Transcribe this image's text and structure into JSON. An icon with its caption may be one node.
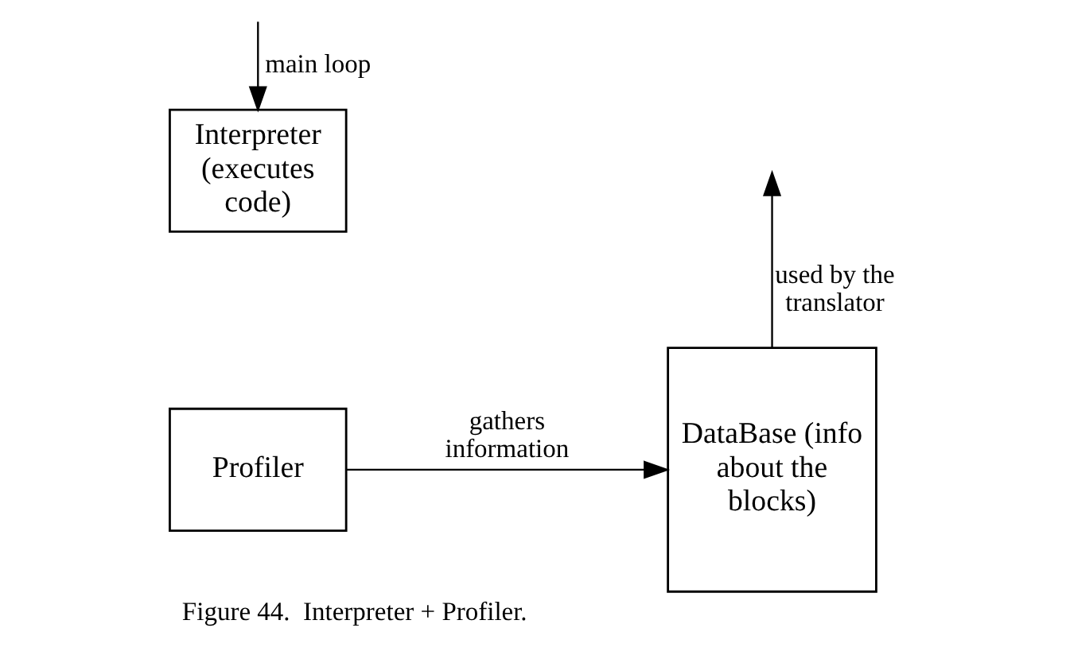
{
  "diagram": {
    "caption": "Figure 44.  Interpreter + Profiler.",
    "nodes": [
      {
        "text": [
          "Interpreter (executes code)"
        ]
      },
      {
        "text": [
          "Profiler"
        ]
      },
      {
        "text": [
          "DataBase (info about the blocks)"
        ]
      }
    ],
    "edges": [
      {
        "from": null,
        "to": 0,
        "arrow": "to",
        "label": "main loop"
      },
      {
        "from": 1,
        "to": 2,
        "arrow": "to",
        "label": "gathers information"
      },
      {
        "from": 2,
        "to": null,
        "arrow": "to",
        "label": "used by the translator"
      }
    ]
  }
}
